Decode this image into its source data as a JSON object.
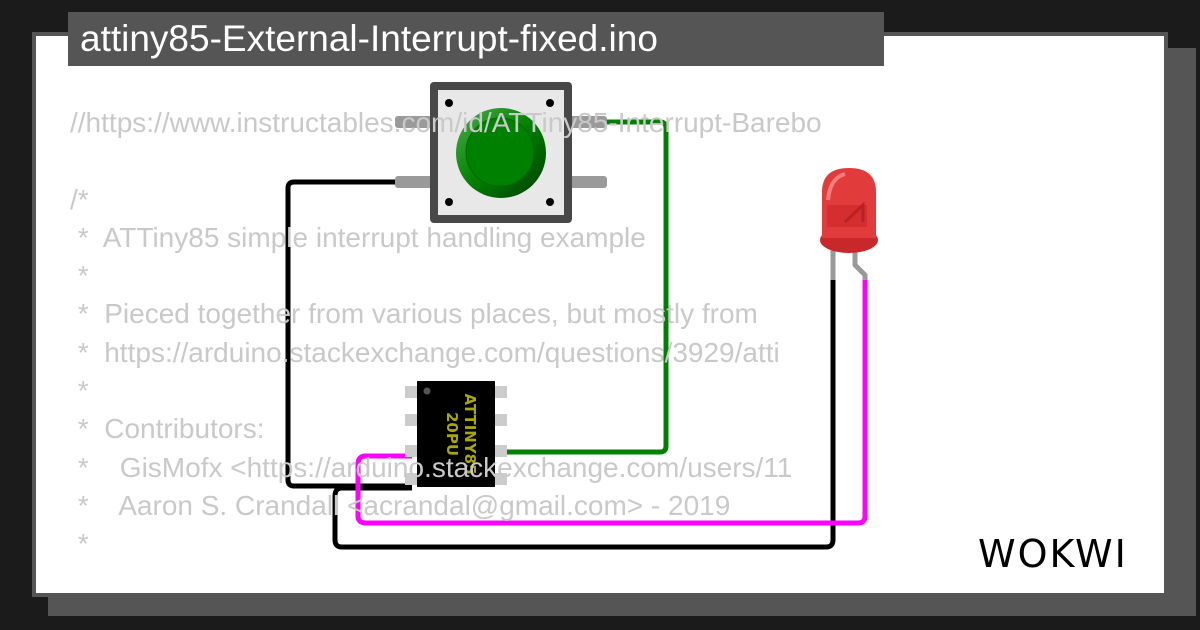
{
  "title": "attiny85-External-Interrupt-fixed.ino",
  "code_lines": [
    "//https://www.instructables.com/id/ATTiny85-Interrupt-Barebo",
    "",
    "/*",
    " *  ATTiny85 simple interrupt handling example",
    " *",
    " *  Pieced together from various places, but mostly from",
    " *  https://arduino.stackexchange.com/questions/3929/atti",
    " *",
    " *  Contributors:",
    " *    GisMofx <https://arduino.stackexchange.com/users/11",
    " *    Aaron S. Crandall <acrandal@gmail.com> - 2019",
    " *"
  ],
  "chip": {
    "line1": "ATTINY85",
    "line2": "20PU"
  },
  "logo": "WOKWI",
  "colors": {
    "button": "#008000",
    "led": "#e23b3b",
    "wire_green": "#008000",
    "wire_black": "#000000",
    "wire_magenta": "#ff00ff",
    "chip_text": "#a8a800"
  }
}
